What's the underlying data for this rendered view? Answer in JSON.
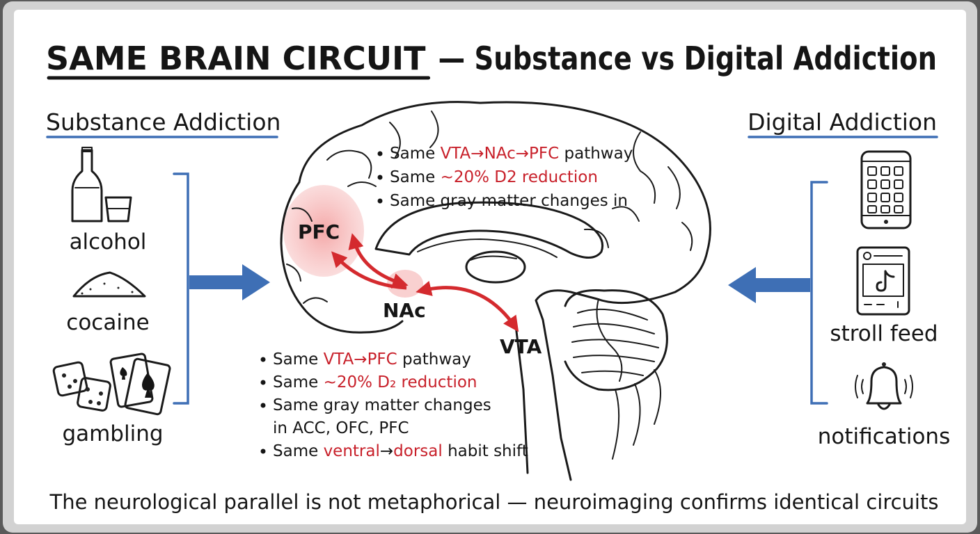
{
  "title": {
    "main": "SAME BRAIN CIRCUIT",
    "rest": "— Substance vs Digital Addiction"
  },
  "left": {
    "heading": "Substance Addiction",
    "items": [
      {
        "label": "alcohol",
        "icon": "bottle-glass-icon"
      },
      {
        "label": "cocaine",
        "icon": "powder-pile-icon"
      },
      {
        "label": "gambling",
        "icon": "dice-cards-icon"
      }
    ]
  },
  "right": {
    "heading": "Digital Addiction",
    "items": [
      {
        "label": "",
        "icon": "smartphone-icon"
      },
      {
        "label": "stroll feed",
        "icon": "feed-app-icon"
      },
      {
        "label": "notifications",
        "icon": "bell-icon"
      }
    ]
  },
  "brain": {
    "pfc": "PFC",
    "nac": "NAc",
    "vta": "VTA"
  },
  "bullets_top": [
    {
      "parts": [
        {
          "t": "Same ",
          "r": false
        },
        {
          "t": "VTA→NAc→PFC",
          "r": true
        },
        {
          "t": " pathway",
          "r": false
        }
      ]
    },
    {
      "parts": [
        {
          "t": "Same ",
          "r": false
        },
        {
          "t": "~20% D2 reduction",
          "r": true
        }
      ]
    },
    {
      "parts": [
        {
          "t": "Same gray matter changes in",
          "r": false
        }
      ]
    }
  ],
  "bullets_bottom": [
    {
      "parts": [
        {
          "t": "Same ",
          "r": false
        },
        {
          "t": "VTA→PFC",
          "r": true
        },
        {
          "t": " pathway",
          "r": false
        }
      ]
    },
    {
      "parts": [
        {
          "t": "Same ",
          "r": false
        },
        {
          "t": "~20% D₂ reduction",
          "r": true
        }
      ]
    },
    {
      "parts": [
        {
          "t": "Same gray matter changes",
          "r": false
        }
      ],
      "cont": "in ACC, OFC, PFC"
    },
    {
      "parts": [
        {
          "t": "Same ",
          "r": false
        },
        {
          "t": "ventral",
          "r": true
        },
        {
          "t": "→",
          "r": false
        },
        {
          "t": "dorsal",
          "r": true
        },
        {
          "t": " habit shift",
          "r": false
        }
      ]
    }
  ],
  "footer": "The neurological parallel is not metaphorical — neuroimaging confirms identical circuits",
  "colors": {
    "accent_red": "#c8202a",
    "accent_blue": "#3e6fb5",
    "frame": "#cfcfcf",
    "board": "#ffffff"
  }
}
